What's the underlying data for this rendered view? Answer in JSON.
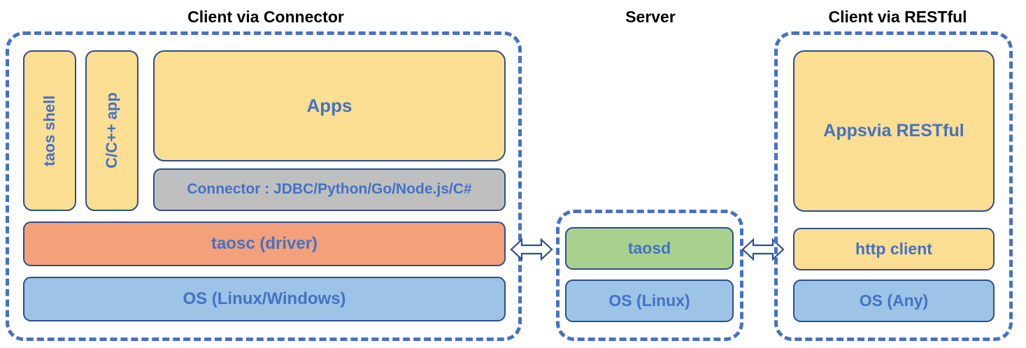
{
  "diagram": {
    "title": "TDengine system architecture",
    "background": "#ffffff"
  },
  "colors": {
    "dashed_border": "#4472C4",
    "block_border": "#2F4D8A",
    "text_blue": "#4472C4",
    "heading_black": "#000000",
    "yellow": "#FBDE91",
    "grey": "#BFBFBF",
    "orange": "#F4A07A",
    "blue": "#9DC3E6",
    "green": "#A9D18E"
  },
  "sections": {
    "connector": {
      "title": "Client via Connector",
      "blocks": {
        "taos_shell": "taos shell",
        "cpp_app": "C/C++ app",
        "apps": "Apps",
        "connector": "Connector : JDBC/Python/Go/Node.js/C#",
        "taosc": "taosc (driver)",
        "os": "OS (Linux/Windows)"
      }
    },
    "server": {
      "title": "Server",
      "blocks": {
        "taosd": "taosd",
        "os": "OS (Linux)"
      }
    },
    "restful": {
      "title": "Client via RESTful",
      "blocks": {
        "apps_line1": "Apps",
        "apps_line2": "via RESTful",
        "http_client": "http client",
        "os": "OS (Any)"
      }
    }
  },
  "arrows": {
    "left": "double-headed-arrow",
    "right": "double-headed-arrow"
  }
}
